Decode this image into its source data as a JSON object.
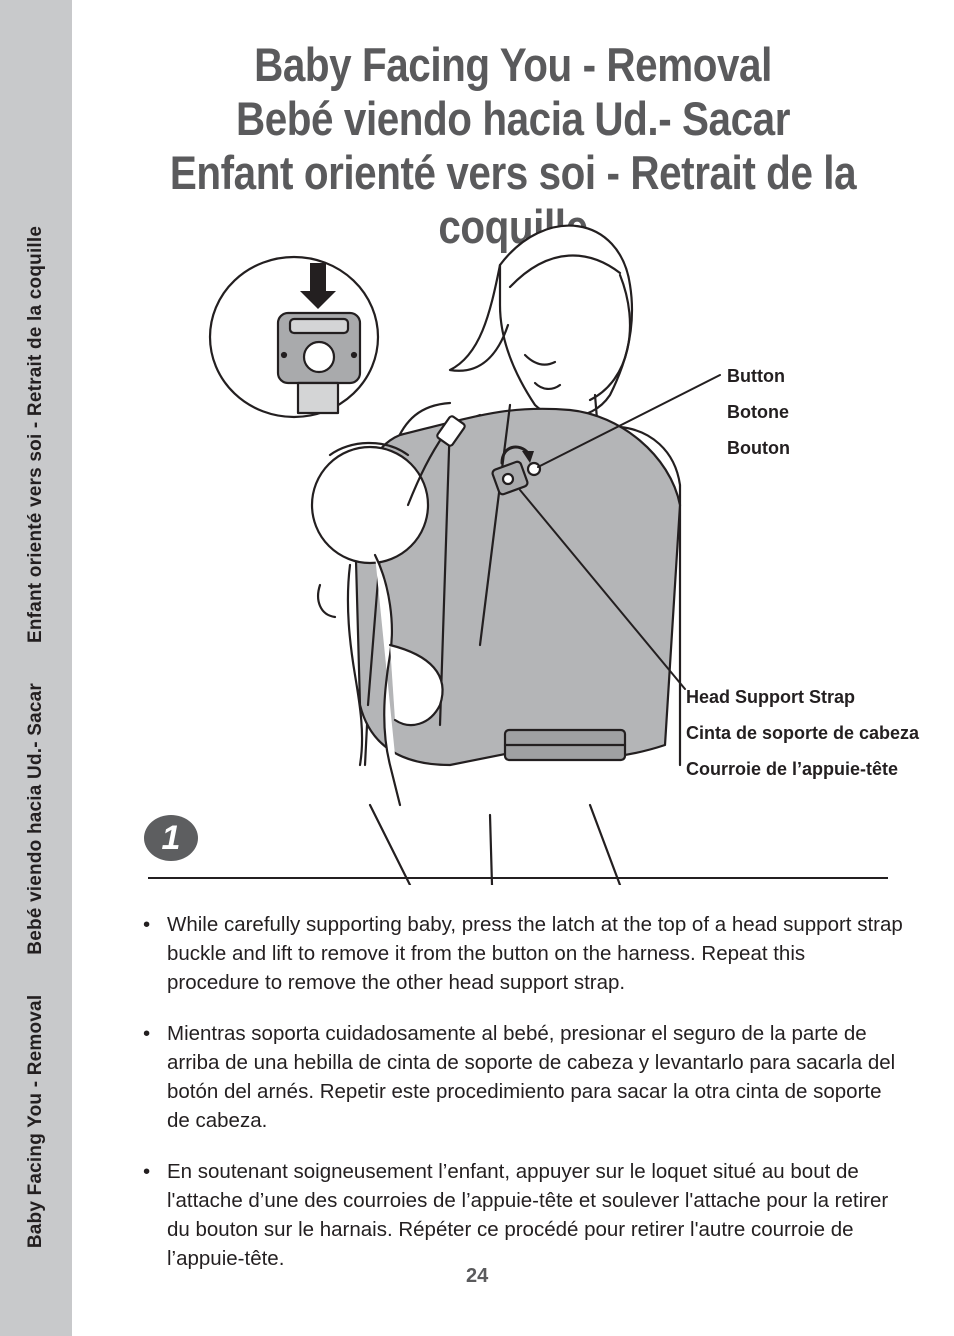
{
  "side_tab": {
    "en": "Baby Facing You - Removal",
    "es": "Bebé viendo hacia Ud.- Sacar",
    "fr": "Enfant orienté vers soi - Retrait de la coquille"
  },
  "title": {
    "en": "Baby Facing You - Removal",
    "es": "Bebé viendo hacia Ud.- Sacar",
    "fr": "Enfant orienté vers soi - Retrait de la coquille"
  },
  "callouts": {
    "button": {
      "en": "Button",
      "es": "Botone",
      "fr": "Bouton"
    },
    "head_support_strap": {
      "en": "Head Support Strap",
      "es": "Cinta de soporte de cabeza",
      "fr": "Courroie de l’appuie-tête"
    }
  },
  "step_number": "1",
  "bullet_glyph": "•",
  "instructions": [
    "While carefully supporting baby, press the latch at the top of a head support strap buckle and lift to remove it from the button on the harness. Repeat this procedure to remove the other head support strap.",
    "Mientras soporta cuidadosamente al bebé, presionar el seguro de la parte de arriba de una hebilla de cinta de soporte de cabeza y levantarlo para sacarla del botón del arnés. Repetir este procedimiento para sacar la otra cinta de soporte de cabeza.",
    "En soutenant soigneusement l’enfant, appuyer sur le loquet situé au bout de l'attache d’une des courroies de l’appuie-tête et soulever l'attache pour la retirer du bouton sur le harnais. Répéter ce procédé pour retirer l'autre courroie de l’appuie-tête."
  ],
  "page_number": "24",
  "colors": {
    "side_tab_bg": "#c8c9cb",
    "title_text": "#5a5a5c",
    "body_text": "#231f20",
    "badge_bg": "#5d5e60",
    "carrier_fill": "#b4b5b7"
  },
  "icons": [
    "down-arrow-icon",
    "rotate-arrow-icon"
  ]
}
